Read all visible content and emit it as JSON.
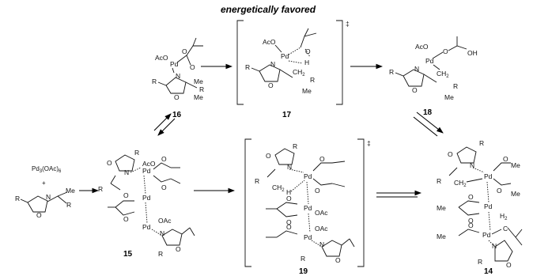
{
  "banner": "energetically favored",
  "compound_labels": {
    "c14": "14",
    "c15": "15",
    "c16": "16",
    "c17": "17",
    "c18": "18",
    "c19": "19"
  },
  "reagents": {
    "catalyst": "Pd",
    "catalyst_sub": "3",
    "catalyst_tail": "(OAc)",
    "catalyst_tail_sub": "6",
    "plus": "+"
  },
  "atoms": {
    "pd": "Pd",
    "aco": "AcO",
    "oac": "OAc",
    "n": "N",
    "o": "O",
    "r": "R",
    "me": "Me",
    "h": "H",
    "oh": "OH",
    "ch2": "CH",
    "ch2_sub": "2",
    "h2": "H",
    "h2_sub": "2",
    "c": "C",
    "ts": "‡"
  },
  "colors": {
    "ink": "#111111",
    "background": "#ffffff"
  }
}
